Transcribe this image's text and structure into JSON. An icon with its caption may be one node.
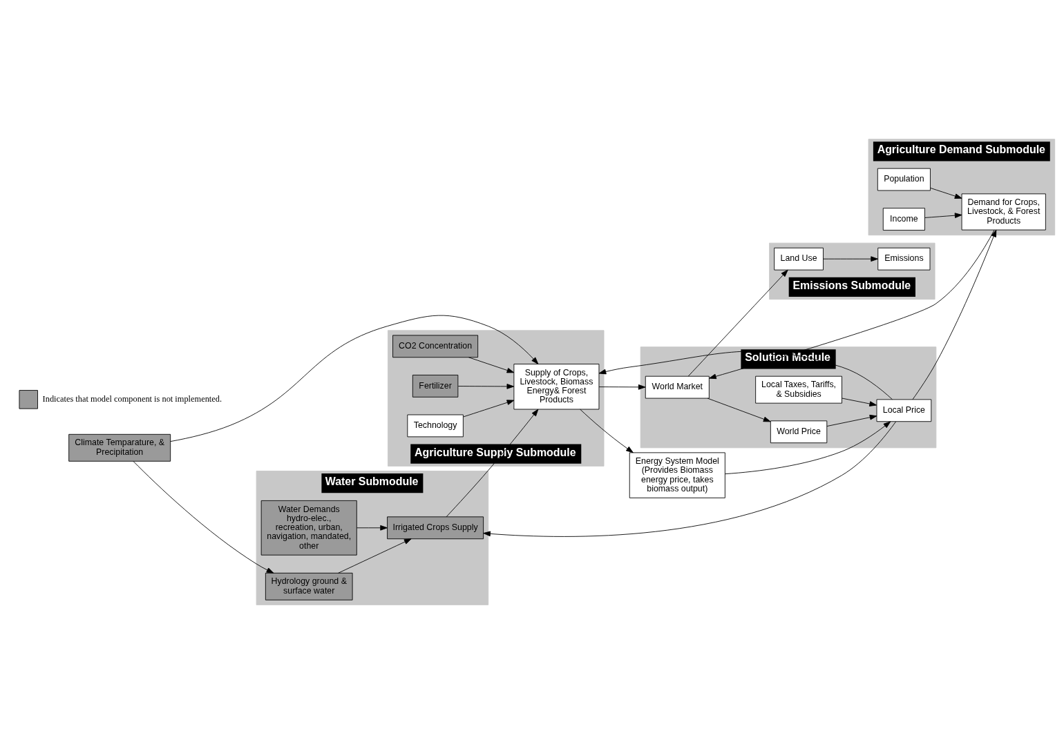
{
  "diagram": {
    "nodes": [
      {
        "text": [
          "Water Submodule"
        ]
      },
      {
        "text": [
          "Water Demands hydro-elec., recreation, urban, navigation, mandated, other"
        ],
        "in": 0
      },
      {
        "text": [
          "Hydrology ground & surface water"
        ],
        "in": 0
      },
      {
        "text": [
          "Irrigated Crops Supply"
        ],
        "in": 0
      },
      {
        "text": [
          "Solution Module"
        ]
      },
      {
        "text": [
          "Local Taxes, Tariffs, & Subsidies"
        ],
        "in": 4
      },
      {
        "text": [
          "Local Price"
        ],
        "in": 4
      },
      {
        "text": [
          "World Price"
        ],
        "in": 4
      },
      {
        "text": [
          "World Market"
        ],
        "in": 4
      },
      {
        "text": [
          "Agriculture Demand Submodule"
        ]
      },
      {
        "text": [
          "Demand for Crops, Livestock, & Forest Products"
        ],
        "in": 9
      },
      {
        "text": [
          "Population"
        ],
        "in": 9
      },
      {
        "text": [
          "Income"
        ],
        "in": 9
      },
      {
        "text": [
          "Climate Temparature, & Precipitation"
        ]
      },
      {
        "text": [
          "Energy System Model (Provides Biomass energy price, takes biomass output)"
        ]
      },
      {
        "text": [
          "Agriculture Supply Submodule"
        ]
      },
      {
        "text": [
          "Fertilizer"
        ],
        "in": 15
      },
      {
        "text": [
          "Technology"
        ],
        "in": 15
      },
      {
        "text": [
          "CO2 Concentration"
        ],
        "in": 15
      },
      {
        "text": [
          "Supply of Crops, Livestock, Biomass Energy& Forest Products"
        ],
        "in": 15
      },
      {
        "text": [
          "Emissions Submodule"
        ]
      },
      {
        "text": [
          "Land Use"
        ],
        "in": 20
      },
      {
        "text": [
          "Emissions"
        ],
        "in": 20
      }
    ],
    "edges": [
      {
        "from": 1,
        "to": 3,
        "arrow": "to"
      },
      {
        "from": 2,
        "to": 3,
        "arrow": "to"
      },
      {
        "from": 13,
        "to": 2,
        "arrow": "to"
      },
      {
        "from": 3,
        "to": 19,
        "arrow": "to"
      },
      {
        "from": 13,
        "to": 19,
        "arrow": "to"
      },
      {
        "from": 6,
        "to": 3,
        "arrow": "to"
      },
      {
        "from": 6,
        "to": 19,
        "arrow": "to"
      },
      {
        "from": 5,
        "to": 6,
        "arrow": "to"
      },
      {
        "from": 7,
        "to": 6,
        "arrow": "to"
      },
      {
        "from": 8,
        "to": 7,
        "arrow": "to"
      },
      {
        "from": 6,
        "to": 10,
        "arrow": "to"
      },
      {
        "from": 11,
        "to": 10,
        "arrow": "to"
      },
      {
        "from": 12,
        "to": 10,
        "arrow": "to"
      },
      {
        "from": 14,
        "to": 6,
        "arrow": "to"
      },
      {
        "from": 19,
        "to": 14,
        "arrow": "to"
      },
      {
        "from": 10,
        "to": 8,
        "arrow": "to"
      },
      {
        "from": 16,
        "to": 19,
        "arrow": "to"
      },
      {
        "from": 17,
        "to": 19,
        "arrow": "to"
      },
      {
        "from": 18,
        "to": 19,
        "arrow": "to"
      },
      {
        "from": 19,
        "to": 8,
        "arrow": "to"
      },
      {
        "from": 8,
        "to": 21,
        "arrow": "to"
      },
      {
        "from": 21,
        "to": 22,
        "arrow": "to"
      }
    ],
    "legend": [
      {
        "text": "Indicates that model component is not implemented."
      }
    ]
  }
}
